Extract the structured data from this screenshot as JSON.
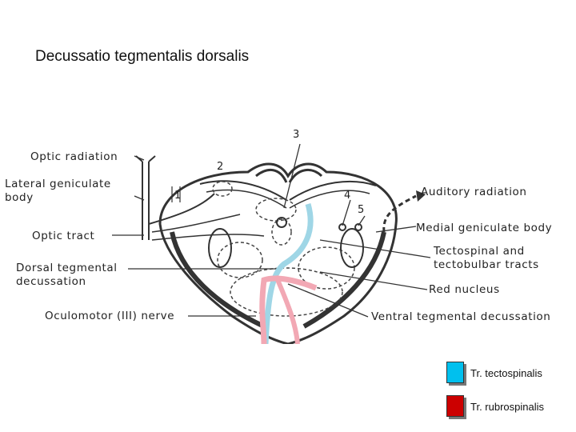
{
  "slide": {
    "title": "Decussatio tegmentalis dorsalis"
  },
  "diagram": {
    "labels": {
      "optic_radiation": "Optic radiation",
      "lateral_geniculate_1": "Lateral geniculate",
      "lateral_geniculate_2": "body",
      "optic_tract": "Optic tract",
      "dorsal_tegmental_1": "Dorsal tegmental",
      "dorsal_tegmental_2": "decussation",
      "oculomotor_nerve": "Oculomotor (III) nerve",
      "auditory_radiation": "Auditory radiation",
      "medial_geniculate": "Medial geniculate body",
      "tectospinal_1": "Tectospinal and",
      "tectospinal_2": "tectobulbar tracts",
      "red_nucleus": "Red nucleus",
      "ventral_tegmental": "Ventral tegmental decussation"
    },
    "numbers": {
      "n1": "1",
      "n2": "2",
      "n3": "3",
      "n4": "4",
      "n5": "5"
    },
    "colors": {
      "tectospinal": "#9fd6e6",
      "rubrospinal": "#f2a8b4"
    }
  },
  "legend": [
    {
      "label": "Tr. tectospinalis",
      "color": "#00c0ee"
    },
    {
      "label": "Tr. rubrospinalis",
      "color": "#cc0000"
    }
  ]
}
